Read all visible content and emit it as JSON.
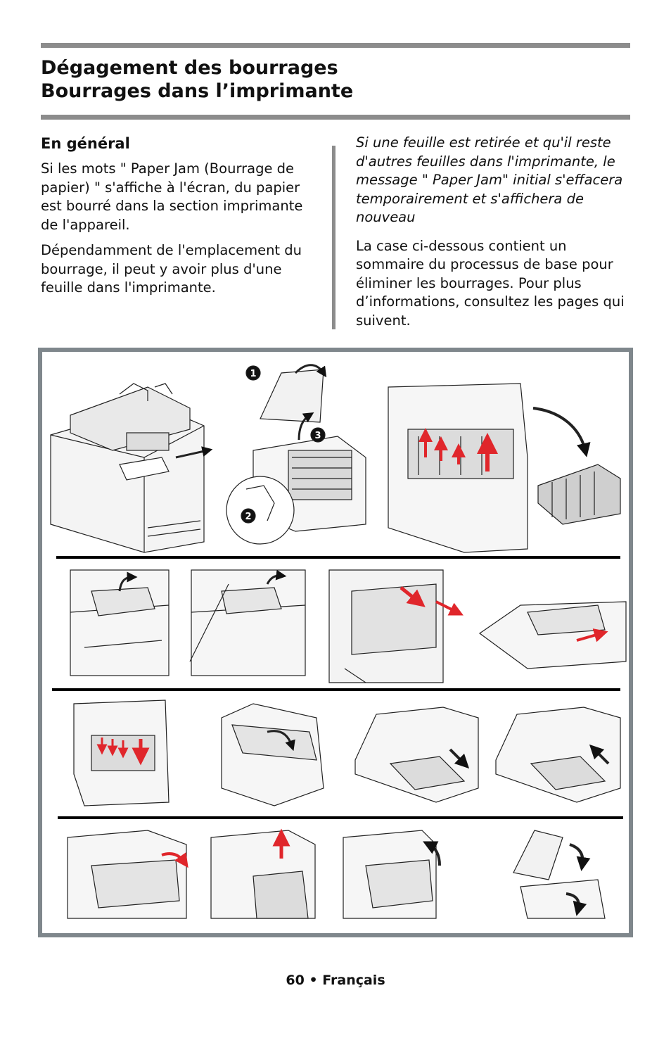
{
  "heading": {
    "line1": "Dégagement des bourrages",
    "line2": "Bourrages dans l’imprimante"
  },
  "left_column": {
    "subheading": "En général",
    "paragraphs": [
      "Si les mots \" Paper Jam (Bourrage de papier) \" s'affiche à l'écran, du papier est bourré dans la section imprimante de l'appareil.",
      "Dépendamment de l'emplacement du bourrage, il peut y avoir plus d'une feuille dans l'imprimante."
    ]
  },
  "right_column": {
    "italic_note": "Si une feuille est retirée et qu'il reste d'autres feuilles dans l'imprimante, le message \" Paper Jam\" initial s'effacera temporairement et s'affichera de nouveau",
    "paragraph": "La case ci-dessous contient un sommaire du processus de base pour éliminer les bourrages. Pour plus d’informations, consultez les pages qui suivent."
  },
  "figure": {
    "step_markers": [
      "1",
      "2",
      "3"
    ],
    "colors": {
      "frame": "#7f878c",
      "arrow_red": "#e0262b",
      "line": "#000000"
    }
  },
  "footer": {
    "page_number": "60",
    "separator": "•",
    "language": "Français"
  }
}
